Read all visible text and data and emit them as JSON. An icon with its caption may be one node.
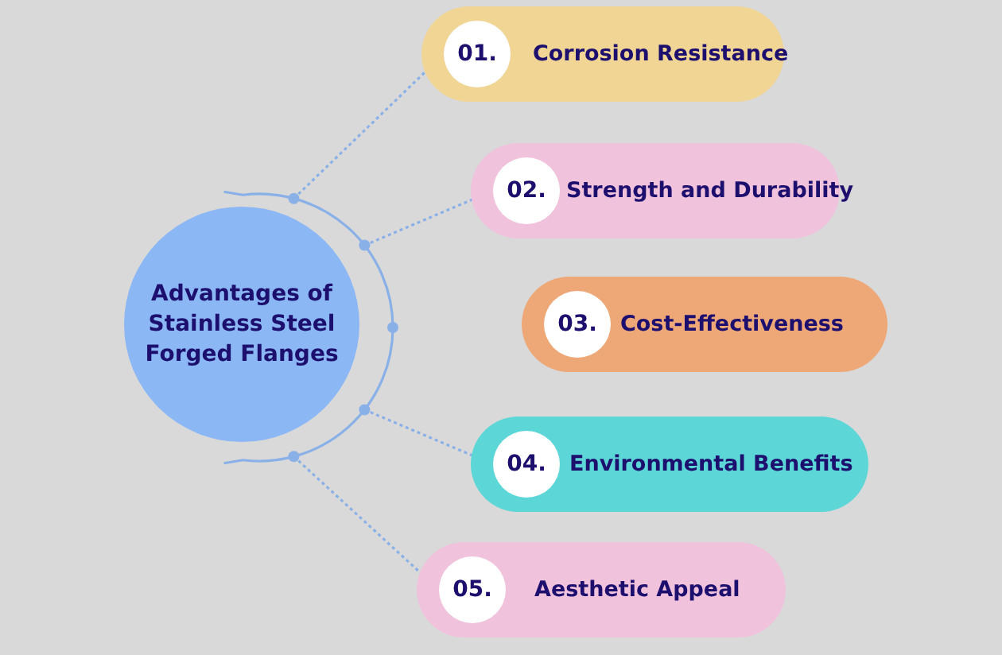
{
  "diagram": {
    "nodes": [
      {
        "text": [
          "Advantages of Stainless Steel Forged Flanges"
        ]
      },
      {
        "text": [
          "01.",
          "Corrosion Resistance"
        ]
      },
      {
        "text": [
          "02.",
          "Strength and Durability"
        ]
      },
      {
        "text": [
          "03.",
          "Cost-Effectiveness"
        ]
      },
      {
        "text": [
          "04.",
          "Environmental Benefits"
        ]
      },
      {
        "text": [
          "05.",
          "Aesthetic Appeal"
        ]
      }
    ],
    "edges": [
      {
        "from": 0,
        "to": 1,
        "arrow": "other"
      },
      {
        "from": 0,
        "to": 2,
        "arrow": "other"
      },
      {
        "from": 0,
        "to": 4,
        "arrow": "other"
      },
      {
        "from": 0,
        "to": 5,
        "arrow": "other"
      }
    ]
  }
}
